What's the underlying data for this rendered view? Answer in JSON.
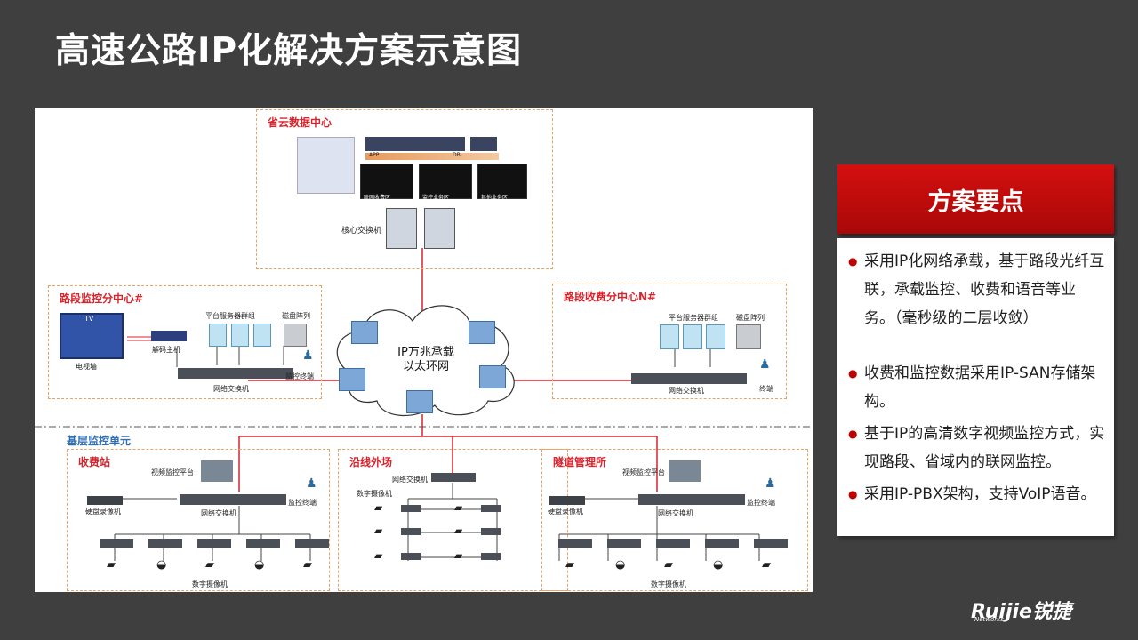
{
  "slide": {
    "title": "高速公路IP化解决方案示意图"
  },
  "diagram": {
    "province_dc": {
      "title": "省云数据中心",
      "core_switch_label": "核心交换机",
      "rack_labels": [
        "APP",
        "DB"
      ],
      "area_labels": [
        "联网收费区",
        "监控业务区",
        "其他业务区"
      ]
    },
    "cloud": {
      "line1": "IP万兆承载",
      "line2": "以太环网"
    },
    "monitor_center": {
      "title": "路段监控分中心#",
      "tv_wall": "电视墙",
      "decoder": "解码主机",
      "servers": "平台服务器群组",
      "disk_array": "磁盘阵列",
      "terminal": "监控终端",
      "switch": "网络交换机",
      "tv_badge": "TV"
    },
    "toll_center": {
      "title": "路段收费分中心N#",
      "servers": "平台服务器群组",
      "disk_array": "磁盘阵列",
      "terminal": "终端",
      "switch": "网络交换机"
    },
    "base_layer": {
      "title": "基层监控单元"
    },
    "toll_station": {
      "title": "收费站",
      "platform": "视频监控平台",
      "dvr": "硬盘录像机",
      "switch": "网络交换机",
      "terminal": "监控终端",
      "cameras": "数字摄像机"
    },
    "roadside": {
      "title": "沿线外场",
      "switch": "网络交换机",
      "cameras": "数字摄像机"
    },
    "tunnel": {
      "title": "隧道管理所",
      "platform": "视频监控平台",
      "dvr": "硬盘录像机",
      "switch": "网络交换机",
      "terminal": "监控终端",
      "cameras": "数字摄像机"
    }
  },
  "key_points": {
    "title": "方案要点",
    "items": [
      "采用IP化网络承载，基于路段光纤互联，承载监控、收费和语音等业务。（毫秒级的二层收敛）",
      "收费和监控数据采用IP-SAN存储架构。",
      "基于IP的高清数字视频监控方式，实现路段、省域内的联网监控。",
      "采用IP-PBX架构，支持VoIP语音。"
    ]
  },
  "brand": {
    "logo": "Ruijie锐捷",
    "sub": "Networks"
  },
  "colors": {
    "accent": "#c00000",
    "zone_border": "#e8a368",
    "link_red": "#d9232c",
    "background": "#3f3f3f"
  }
}
